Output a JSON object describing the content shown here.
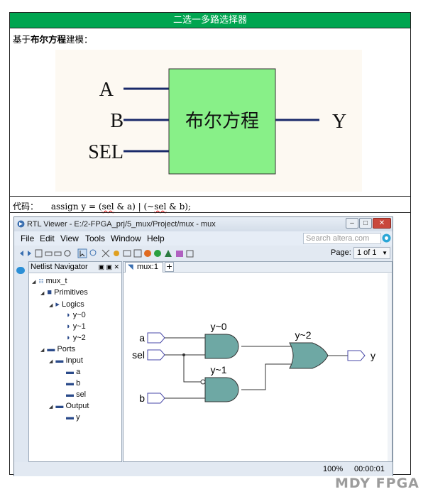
{
  "doc": {
    "title": "二选一多路选择器",
    "model_label_prefix": "基于",
    "model_label_bold": "布尔方程",
    "model_label_suffix": "建模：",
    "code_label": "代码：",
    "code_text_1": "assign y = (",
    "code_sel_1": "sel",
    "code_text_2": " & a) | (~",
    "code_sel_2": "sel",
    "code_text_3": " & b);"
  },
  "diagram": {
    "inputs": [
      "A",
      "B",
      "SEL"
    ],
    "block_label": "布尔方程",
    "output": "Y",
    "block_color": "#88f088"
  },
  "window": {
    "title": "RTL Viewer - E:/2-FPGA_prj/5_mux/Project/mux - mux",
    "menu": [
      "File",
      "Edit",
      "View",
      "Tools",
      "Window",
      "Help"
    ],
    "search_placeholder": "Search altera.com",
    "page_label": "Page:",
    "page_value": "1 of 1",
    "nav_title": "Netlist Navigator",
    "tab_label": "mux:1",
    "tree": {
      "root": "mux_t",
      "primitives": "Primitives",
      "logics": "Logics",
      "logic_items": [
        "y~0",
        "y~1",
        "y~2"
      ],
      "ports": "Ports",
      "input": "Input",
      "input_items": [
        "a",
        "b",
        "sel"
      ],
      "output": "Output",
      "output_items": [
        "y"
      ]
    },
    "schematic": {
      "pins_in": [
        "a",
        "sel",
        "b"
      ],
      "gates": [
        "y~0",
        "y~1",
        "y~2"
      ],
      "pin_out": "y",
      "gate_color": "#6ea8a4"
    },
    "status": {
      "zoom": "100%",
      "time": "00:00:01"
    }
  },
  "watermark": "MDY FPGA"
}
